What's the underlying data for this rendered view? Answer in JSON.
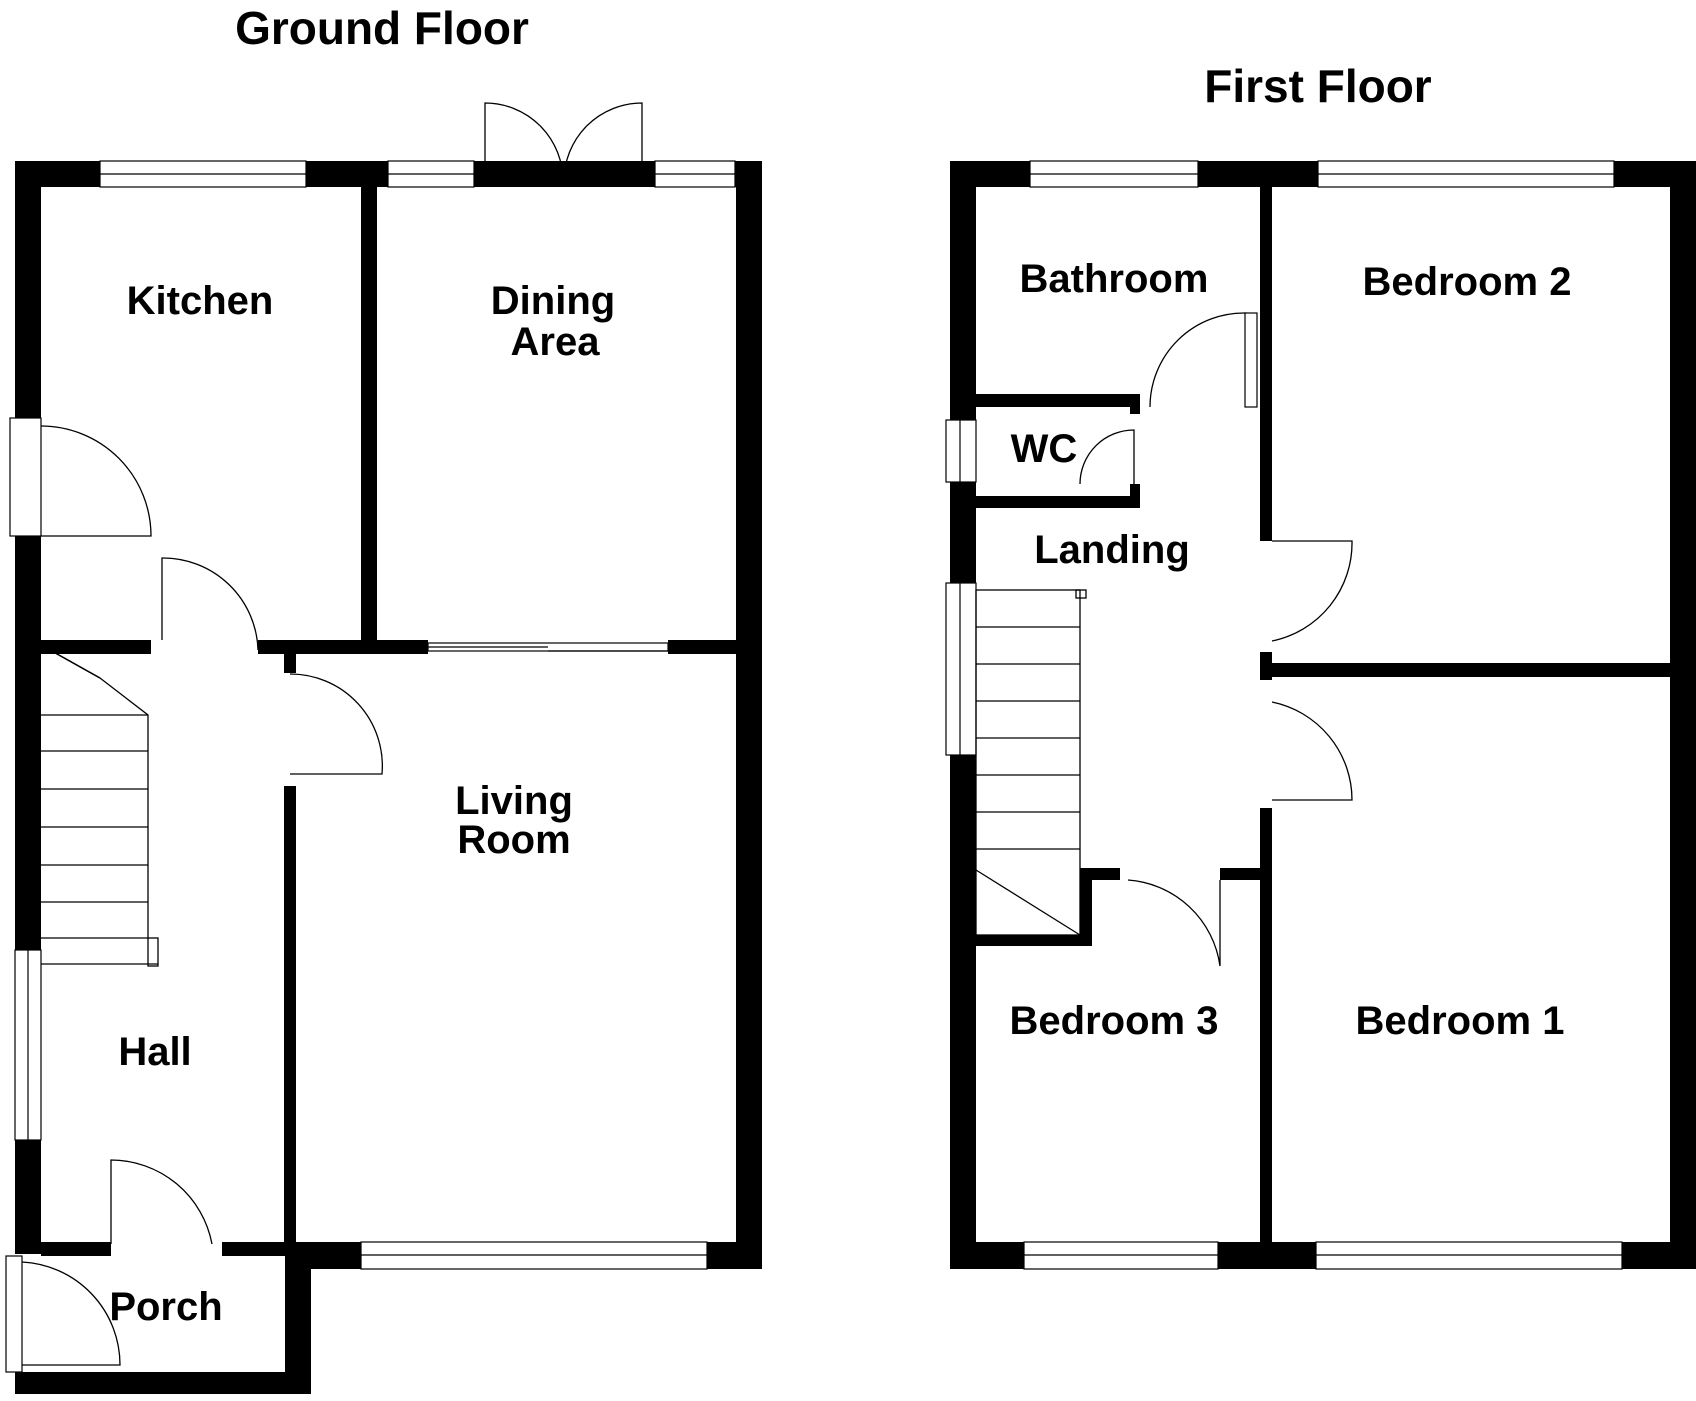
{
  "floors": [
    {
      "title": "Ground Floor",
      "rooms": [
        "Kitchen",
        "Dining",
        "Area",
        "Living",
        "Room",
        "Hall",
        "Porch"
      ]
    },
    {
      "title": "First Floor",
      "rooms": [
        "Bathroom",
        "Bedroom 2",
        "WC",
        "Landing",
        "Bedroom 3",
        "Bedroom 1"
      ]
    }
  ]
}
